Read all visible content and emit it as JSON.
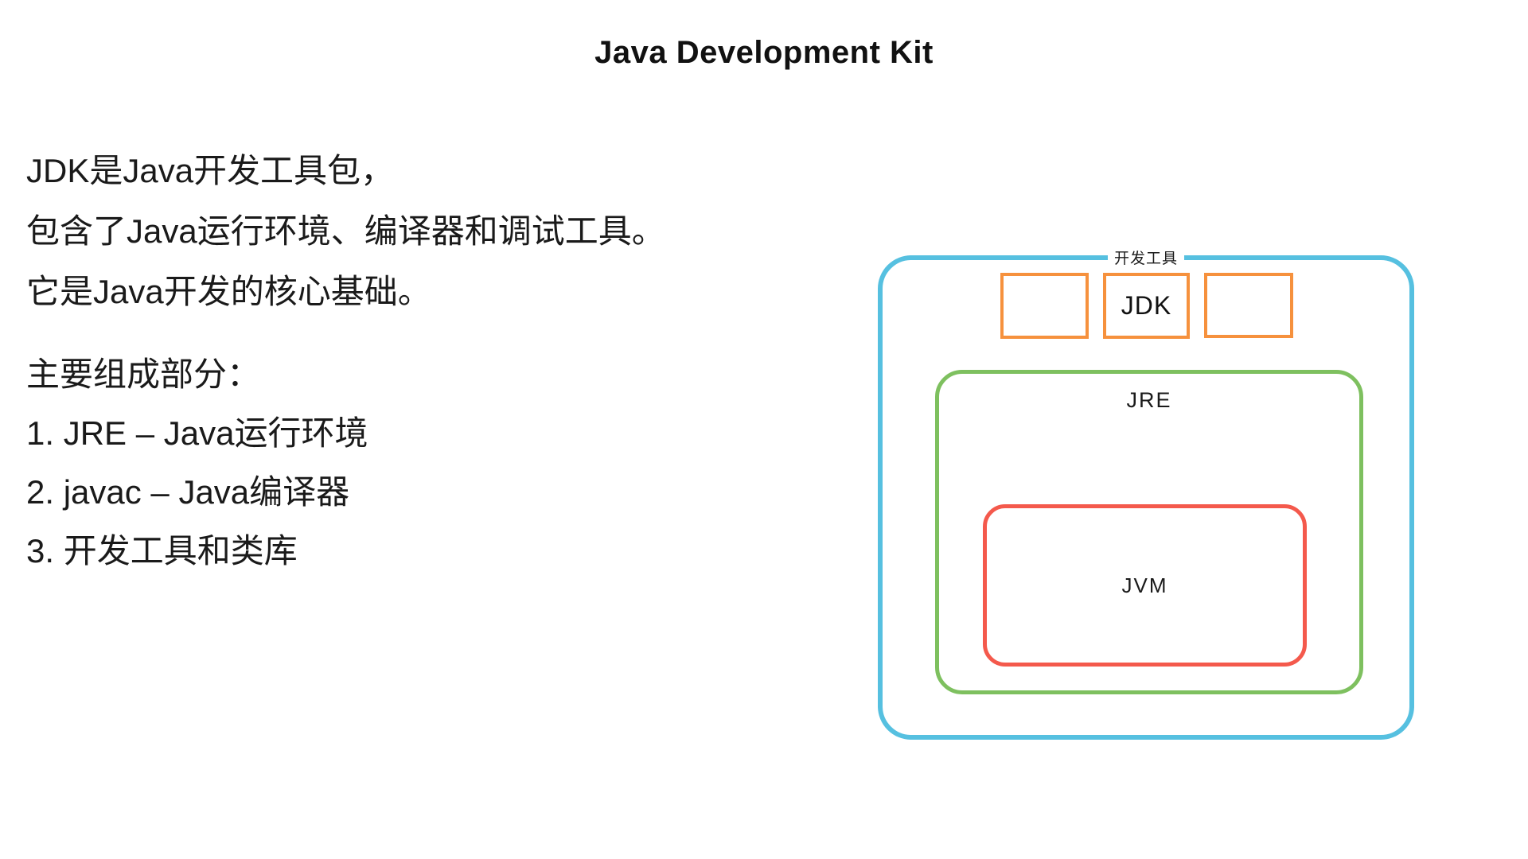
{
  "title": "Java Development Kit",
  "description": {
    "lines": [
      "JDK是Java开发工具包，",
      "包含了Java运行环境、编译器和调试工具。",
      "它是Java开发的核心基础。"
    ]
  },
  "components": {
    "heading": "主要组成部分：",
    "items": [
      "1. JRE – Java运行环境",
      "2. javac – Java编译器",
      "3. 开发工具和类库"
    ]
  },
  "diagram": {
    "outer_label": "开发工具",
    "jdk_label": "JDK",
    "jre_label": "JRE",
    "jvm_label": "JVM",
    "colors": {
      "outer": "#56C0E0",
      "tool_box": "#F6913D",
      "jre": "#7EC05F",
      "jvm": "#F4594C"
    }
  }
}
